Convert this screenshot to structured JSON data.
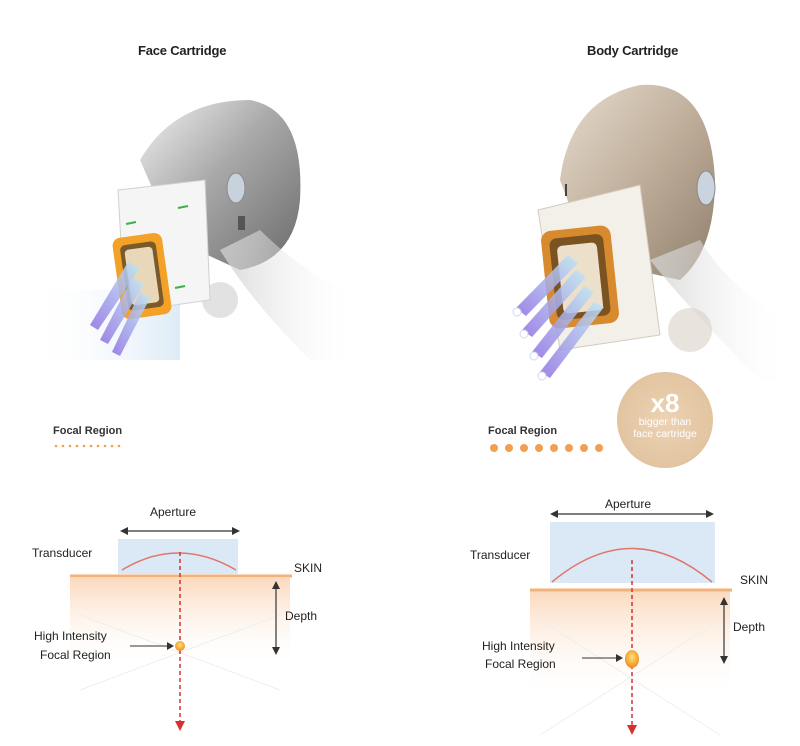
{
  "panels": {
    "face": {
      "title": "Face Cartridge",
      "focal_region_label": "Focal Region",
      "diagram": {
        "aperture_label": "Aperture",
        "transducer_label": "Transducer",
        "skin_label": "SKIN",
        "depth_label": "Depth",
        "focal_label_line1": "High Intensity",
        "focal_label_line2": "Focal Region"
      }
    },
    "body": {
      "title": "Body Cartridge",
      "focal_region_label": "Focal Region",
      "badge": {
        "multiplier": "x8",
        "line1": "bigger than",
        "line2": "face cartridge"
      },
      "diagram": {
        "aperture_label": "Aperture",
        "transducer_label": "Transducer",
        "skin_label": "SKIN",
        "depth_label": "Depth",
        "focal_label_line1": "High Intensity",
        "focal_label_line2": "Focal Region"
      }
    }
  },
  "colors": {
    "focal_orange": "#f0a050",
    "beam_purple": "#9a7fe0",
    "beam_blue": "#8ad8f0",
    "skin_line": "#f2b27a",
    "depth_arrow_red": "#d83030",
    "badge_bg": "#e8c9a3",
    "transducer_box": "#dbe9f7"
  }
}
